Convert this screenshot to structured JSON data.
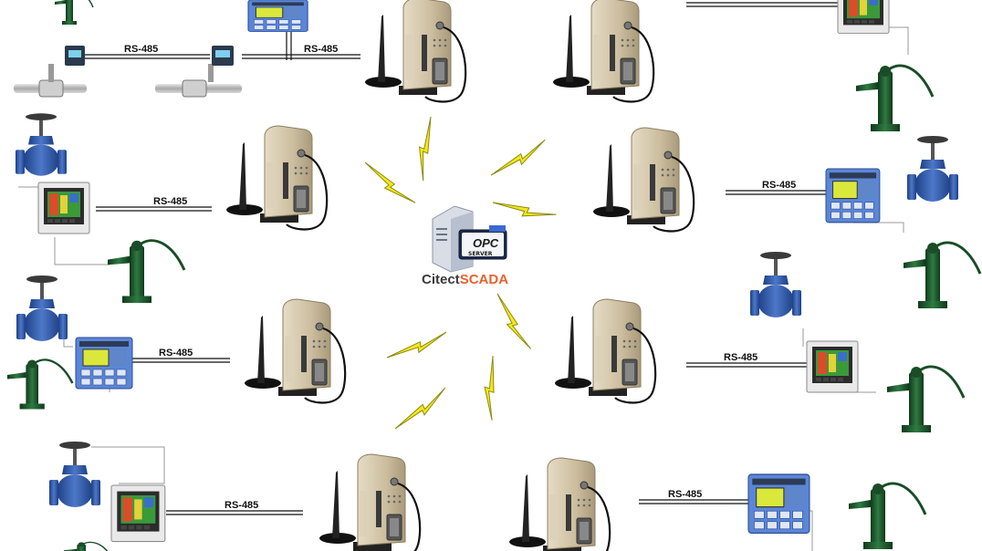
{
  "bus_label": "RS-485",
  "server": {
    "opc_text": "OPC",
    "server_text": "SERVER",
    "brand_part1": "Citect",
    "brand_part2": "SCADA",
    "brand_color_1": "#3a3a3a",
    "brand_color_2": "#e8612c"
  },
  "colors": {
    "bolt": "#f3e81a",
    "bolt_outline": "#8c8a10",
    "valve": "#2f57a8",
    "pump": "#1f5a2e",
    "modem_body": "#cfc3a8",
    "panel_blue": "#3d6fc7",
    "panel_dark": "#3a3a3a"
  },
  "icons": [
    "radio-modem-icon",
    "antenna-icon",
    "control-panel-icon",
    "valve-icon",
    "hand-pump-icon",
    "flowmeter-icon",
    "lightning-icon",
    "server-icon"
  ]
}
